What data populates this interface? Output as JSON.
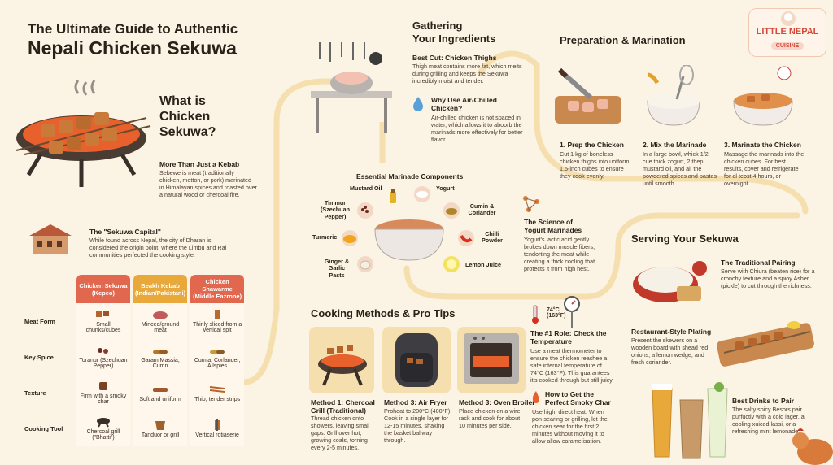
{
  "title": {
    "line1": "The Ultimate Guide to Authentic",
    "line2": "Nepali Chicken Sekuwa"
  },
  "logo": {
    "line1": "LITTLE NEPAL",
    "line2": "CUISINE"
  },
  "what": {
    "heading": "What is Chicken Sekuwa?",
    "sub1": "More Than Just a Kebab",
    "body1": "Sebewe is meat (traditionally chicken, motton, or pork) marinated in Himalayan spices and roasted over a natural wood or chercoal fire.",
    "sub2": "The \"Sekuwa Capital\"",
    "body2": "While found across Nepal, the city of Dharan is considered the origin point, where the Limbu and Rai communities perfected the cooking style."
  },
  "comparison": {
    "headers": [
      "Chicken Sekuwa (Kepeo)",
      "Beakh Kebab (Indian/Pakistani)",
      "Chicken Shawarme (Middle Eazrone)"
    ],
    "header_colors": [
      "#e2674f",
      "#e8a93a",
      "#e2674f"
    ],
    "rows": [
      {
        "label": "Meat Form",
        "cells": [
          "Small chunks/cubes",
          "Minced/ground meat",
          "Thinly sliced from a vertical spit"
        ]
      },
      {
        "label": "Key Spice",
        "cells": [
          "Toranur (Szechuan Pepper)",
          "Garam Massia, Cumn",
          "Cumla, Corlander, Allspies"
        ]
      },
      {
        "label": "Texture",
        "cells": [
          "Firm with a smoky char",
          "Soft and uniform",
          "Thio, tender strips"
        ]
      },
      {
        "label": "Cooking Tool",
        "cells": [
          "Chercoal grill (\"Bhatti\")",
          "Tanduor or grill",
          "Vertical rotiaserie"
        ]
      }
    ]
  },
  "gathering": {
    "heading_line1": "Gathering",
    "heading_line2": "Your Ingredients",
    "best_cut_title": "Best Cut: Chicken Thighs",
    "best_cut_body": "Thigh meat contains more fat, which meits during grilling and keeps the Sekuwa incredibly moist and tender.",
    "why_title": "Why Use Air-Chilled Chicken?",
    "why_body": "Air-chilled chicken is not spaced in water, which allows it to aboorb the marinads more effectively for better flavor."
  },
  "marinade": {
    "heading": "Essential Marinade Components",
    "items": [
      "Mustard Oil",
      "Yogurt",
      "Timmur (Szechuan Pepper)",
      "Cumin & Corlander",
      "Turmeric",
      "Chilli Powder",
      "Ginger & Garlic Pasts",
      "Lemon Juice"
    ],
    "science_title": "The Science of Yogurt Marinades",
    "science_body": "Yogurt's lactic acid gently brokes down muscle fibers, tendorting the meat while creating a thick cooling that protects it from high hest."
  },
  "prep": {
    "heading": "Preparation & Marination",
    "steps": [
      {
        "title": "1. Prep the Chicken",
        "body": "Cut 1 kg of boneless chicken thighs into uotform 1.5-inch cubes to ensure they cook evenly."
      },
      {
        "title": "2. Mix the Marinade",
        "body": "In a large bowl, whick 1/2 cue thick zogurt, 2 thep mustard oil, and all the powdered spices and pastes until smooth."
      },
      {
        "title": "3. Marinate the Chicken",
        "body": "Massage the marinads into the chicken cubes. For best results, cover and refrigerate for al teost 4 hours, or overnight."
      }
    ]
  },
  "serving": {
    "heading": "Serving Your Sekuwa",
    "items": [
      {
        "title": "The Traditional Pairing",
        "body": "Serve with Chiura (beaten rice) for a cronchy texture and a spioy Asher (pickle) to cut through the richness."
      },
      {
        "title": "Restaurant-Style Plating",
        "body": "Present the skewers on a wooden board with shead red onions, a lemon wedge, and fresh coriander."
      },
      {
        "title": "Best Drinks to Pair",
        "body": "The salty soicy Besors pair purfuctly with a cold lager, a cooling xuiced lassi, or a refreshing mint lemonade."
      }
    ]
  },
  "cooking": {
    "heading": "Cooking Methods & Pro Tips",
    "methods": [
      {
        "title": "Method 1: Chercoal Grill (Traditional)",
        "body": "Thread chicken onto showers, leaving small gaps. Grill over hot, growing coals, torning every 2-5 minutes."
      },
      {
        "title": "Method 3: Air Fryer",
        "body": "Proheat to 200°C (400°F). Cook in a single layer for 12-15 minutes, shaking the basket ballway through."
      },
      {
        "title": "Method 3: Oven Broiler",
        "body": "Place chicken on a wire rack and cook for about 10 minutes per side."
      }
    ],
    "thermo_label": "74°C (163°F)",
    "rule_title": "The #1 Role: Check the Temperature",
    "rule_body": "Use a meat thermometer to ensure the chicken reachee a safe internal temperature of 74°C (163°F). This guarantees it's cooked through but still juicy.",
    "char_title": "How to Get the Perfect Smoky Char",
    "char_body": "Use high, direct heat. When pon-searing or grilling, let the chicken sear for the first 2 minutes without moving it to allow allow caramelisation."
  }
}
